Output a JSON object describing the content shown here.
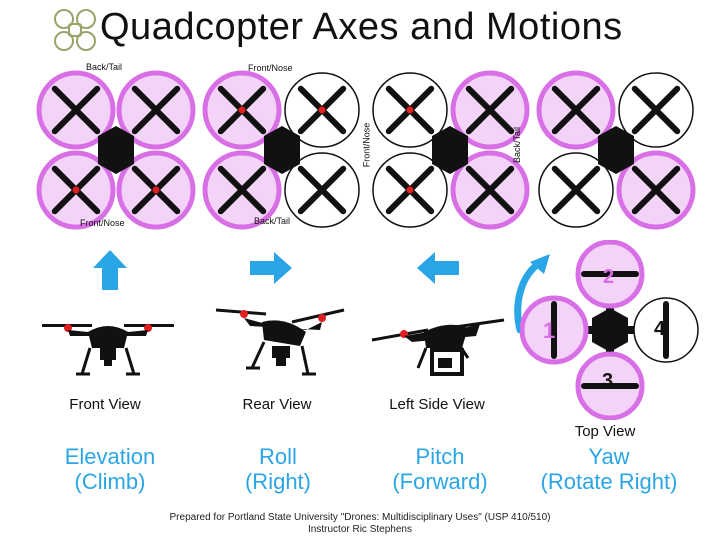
{
  "title": "Quadcopter Axes and Motions",
  "colors": {
    "accent": "#2aa6e6",
    "prop_ring": "#d96fe6",
    "body": "#111111",
    "led": "#e02020"
  },
  "panels": [
    {
      "top_label": "Back/Tail",
      "bottom_label": "Front/Nose",
      "view": "Front View",
      "motion_line1": "Elevation",
      "motion_line2": "(Climb)",
      "arrow": "up-arrow-icon"
    },
    {
      "top_label": "Front/Nose",
      "bottom_label": "Back/Tail",
      "view": "Rear View",
      "motion_line1": "Roll",
      "motion_line2": "(Right)",
      "arrow": "right-arrow-icon"
    },
    {
      "side_label": "Front/Nose",
      "view": "Left Side View",
      "motion_line1": "Pitch",
      "motion_line2": "(Forward)",
      "arrow": "left-arrow-icon"
    },
    {
      "side_label": "Back/Tail",
      "view": "Top View",
      "motion_line1": "Yaw",
      "motion_line2": "(Rotate Right)",
      "arrow": "curved-arrow-icon"
    }
  ],
  "yaw_rotor_numbers": [
    "1",
    "2",
    "3",
    "4"
  ],
  "footer": {
    "line1": "Prepared for Portland State University \"Drones: Multidisciplinary Uses\" (USP 410/510)",
    "line2": "Instructor Ric Stephens"
  }
}
